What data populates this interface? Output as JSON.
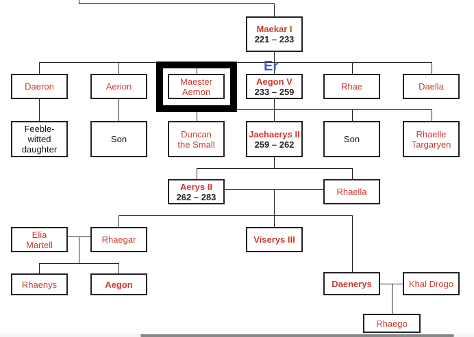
{
  "overlay_text": "Er",
  "people": {
    "maekar": {
      "name": "Maekar I",
      "dates": "221 – 233"
    },
    "daeron": {
      "name": "Daeron"
    },
    "aerion": {
      "name": "Aerion"
    },
    "aemon": {
      "name": "Maester Aemon"
    },
    "aegon5": {
      "name": "Aegon V",
      "dates": "233 – 259"
    },
    "rhae": {
      "name": "Rhae"
    },
    "daella": {
      "name": "Daella"
    },
    "feeble": {
      "name": "Feeble-witted daughter"
    },
    "son1": {
      "name": "Son"
    },
    "duncan": {
      "name": "Duncan the Small"
    },
    "jaehaerys": {
      "name": "Jaehaerys II",
      "dates": "259 – 262"
    },
    "son2": {
      "name": "Son"
    },
    "rhaelle": {
      "name": "Rhaelle Targaryen"
    },
    "aerys": {
      "name": "Aerys II",
      "dates": "262 – 283"
    },
    "rhaella": {
      "name": "Rhaella"
    },
    "elia": {
      "name": "Elia Martell"
    },
    "rhaegar": {
      "name": "Rhaegar"
    },
    "viserys": {
      "name": "Viserys III"
    },
    "rhaenys": {
      "name": "Rhaenys"
    },
    "aegon": {
      "name": "Aegon"
    },
    "daenerys": {
      "name": "Daenerys"
    },
    "drogo": {
      "name": "Khal Drogo"
    },
    "rhaego": {
      "name": "Rhaego"
    }
  }
}
